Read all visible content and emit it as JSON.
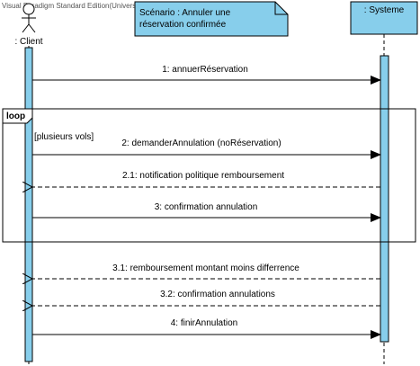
{
  "watermark": "Visual Paradigm Standard Edition(University of Mauritius)",
  "note": {
    "line1": "Scénario : Annuler une",
    "line2": "réservation confirmée"
  },
  "actor": {
    "label": ": Client"
  },
  "system": {
    "label": ": Systeme"
  },
  "loop": {
    "keyword": "loop",
    "guard": "[plusieurs vols]"
  },
  "messages": [
    {
      "label": "1: annuerRéservation",
      "kind": "sync"
    },
    {
      "label": "2: demanderAnnulation (noRéservation)",
      "kind": "sync"
    },
    {
      "label": "2.1: notification politique remboursement",
      "kind": "return"
    },
    {
      "label": "3: confirmation annulation",
      "kind": "sync"
    },
    {
      "label": "3.1: remboursement montant moins differrence",
      "kind": "return"
    },
    {
      "label": "3.2: confirmation annulations",
      "kind": "return"
    },
    {
      "label": "4: finirAnnulation",
      "kind": "sync"
    }
  ],
  "colors": {
    "activation": "#87ceeb",
    "note_fill": "#87ceeb",
    "system_fill": "#87ceeb",
    "line": "#000000"
  }
}
